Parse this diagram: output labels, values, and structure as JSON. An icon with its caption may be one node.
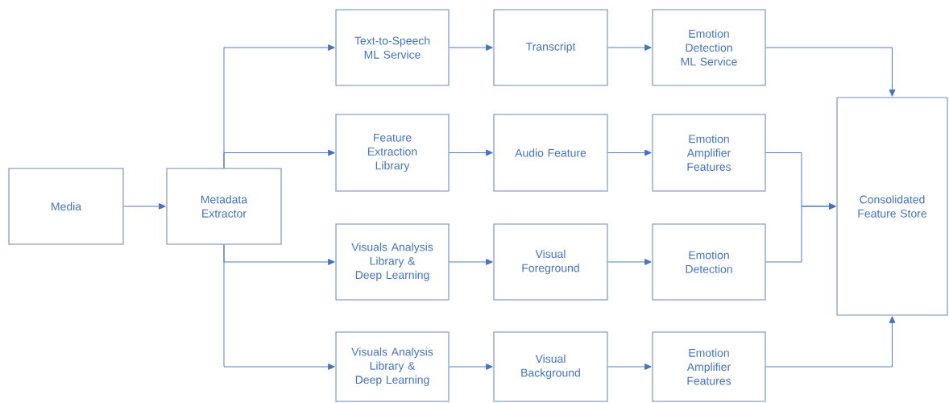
{
  "diagram": {
    "nodes": [
      {
        "text": [
          "Media"
        ]
      },
      {
        "text": [
          "Metadata Extractor"
        ]
      },
      {
        "text": [
          "Text-to-Speech ML Service"
        ]
      },
      {
        "text": [
          "Transcript"
        ]
      },
      {
        "text": [
          "Emotion Detection ML Service"
        ]
      },
      {
        "text": [
          "Feature Extraction Library"
        ]
      },
      {
        "text": [
          "Audio Feature"
        ]
      },
      {
        "text": [
          "Emotion Amplifier Features"
        ]
      },
      {
        "text": [
          "Visuals Analysis Library & Deep Learning"
        ]
      },
      {
        "text": [
          "Visual Foreground"
        ]
      },
      {
        "text": [
          "Emotion Detection"
        ]
      },
      {
        "text": [
          "Visuals Analysis Library & Deep Learning"
        ]
      },
      {
        "text": [
          "Visual Background"
        ]
      },
      {
        "text": [
          "Emotion Amplifier Features"
        ]
      },
      {
        "text": [
          "Consolidated Feature Store"
        ]
      }
    ],
    "edges": [
      {
        "from": 0,
        "to": 1,
        "arrow": "to"
      },
      {
        "from": 1,
        "to": 2,
        "arrow": "to"
      },
      {
        "from": 1,
        "to": 5,
        "arrow": "to"
      },
      {
        "from": 1,
        "to": 8,
        "arrow": "to"
      },
      {
        "from": 1,
        "to": 11,
        "arrow": "to"
      },
      {
        "from": 2,
        "to": 3,
        "arrow": "to"
      },
      {
        "from": 3,
        "to": 4,
        "arrow": "to"
      },
      {
        "from": 5,
        "to": 6,
        "arrow": "to"
      },
      {
        "from": 6,
        "to": 7,
        "arrow": "to"
      },
      {
        "from": 8,
        "to": 9,
        "arrow": "to"
      },
      {
        "from": 9,
        "to": 10,
        "arrow": "to"
      },
      {
        "from": 11,
        "to": 12,
        "arrow": "to"
      },
      {
        "from": 12,
        "to": 13,
        "arrow": "to"
      },
      {
        "from": 4,
        "to": 14,
        "arrow": "to"
      },
      {
        "from": 7,
        "to": 14,
        "arrow": "to"
      },
      {
        "from": 10,
        "to": 14,
        "arrow": "to"
      },
      {
        "from": 13,
        "to": 14,
        "arrow": "to"
      }
    ]
  }
}
